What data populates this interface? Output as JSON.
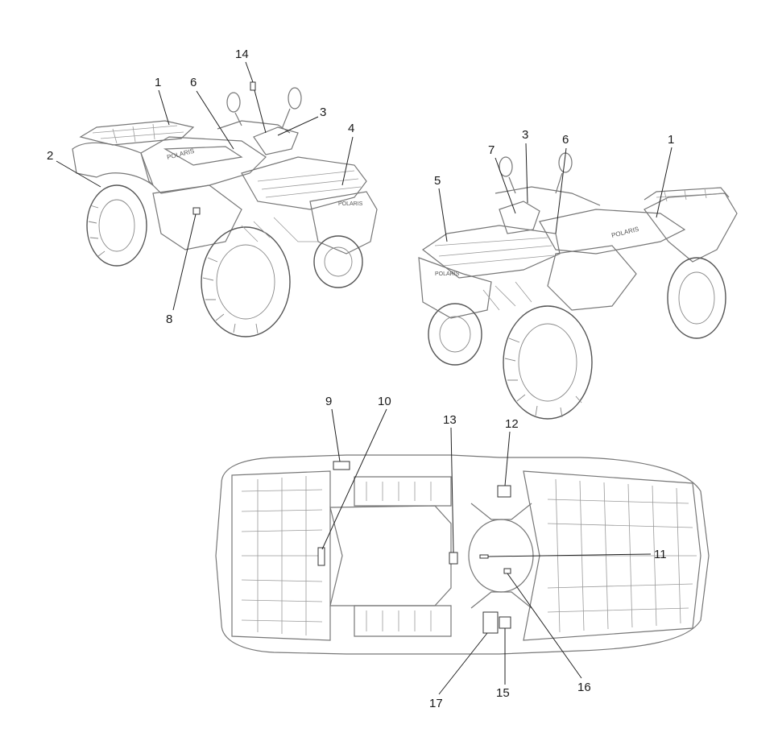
{
  "diagram": {
    "callouts": {
      "c1": "1",
      "c2": "2",
      "c3": "3",
      "c4": "4",
      "c5": "5",
      "c6": "6",
      "c7": "7",
      "c8": "8",
      "c9": "9",
      "c10": "10",
      "c11": "11",
      "c12": "12",
      "c13": "13",
      "c14": "14",
      "c15": "15",
      "c16": "16",
      "c17": "17"
    },
    "views": [
      "left-rear-view",
      "right-front-view",
      "underside-view"
    ]
  }
}
